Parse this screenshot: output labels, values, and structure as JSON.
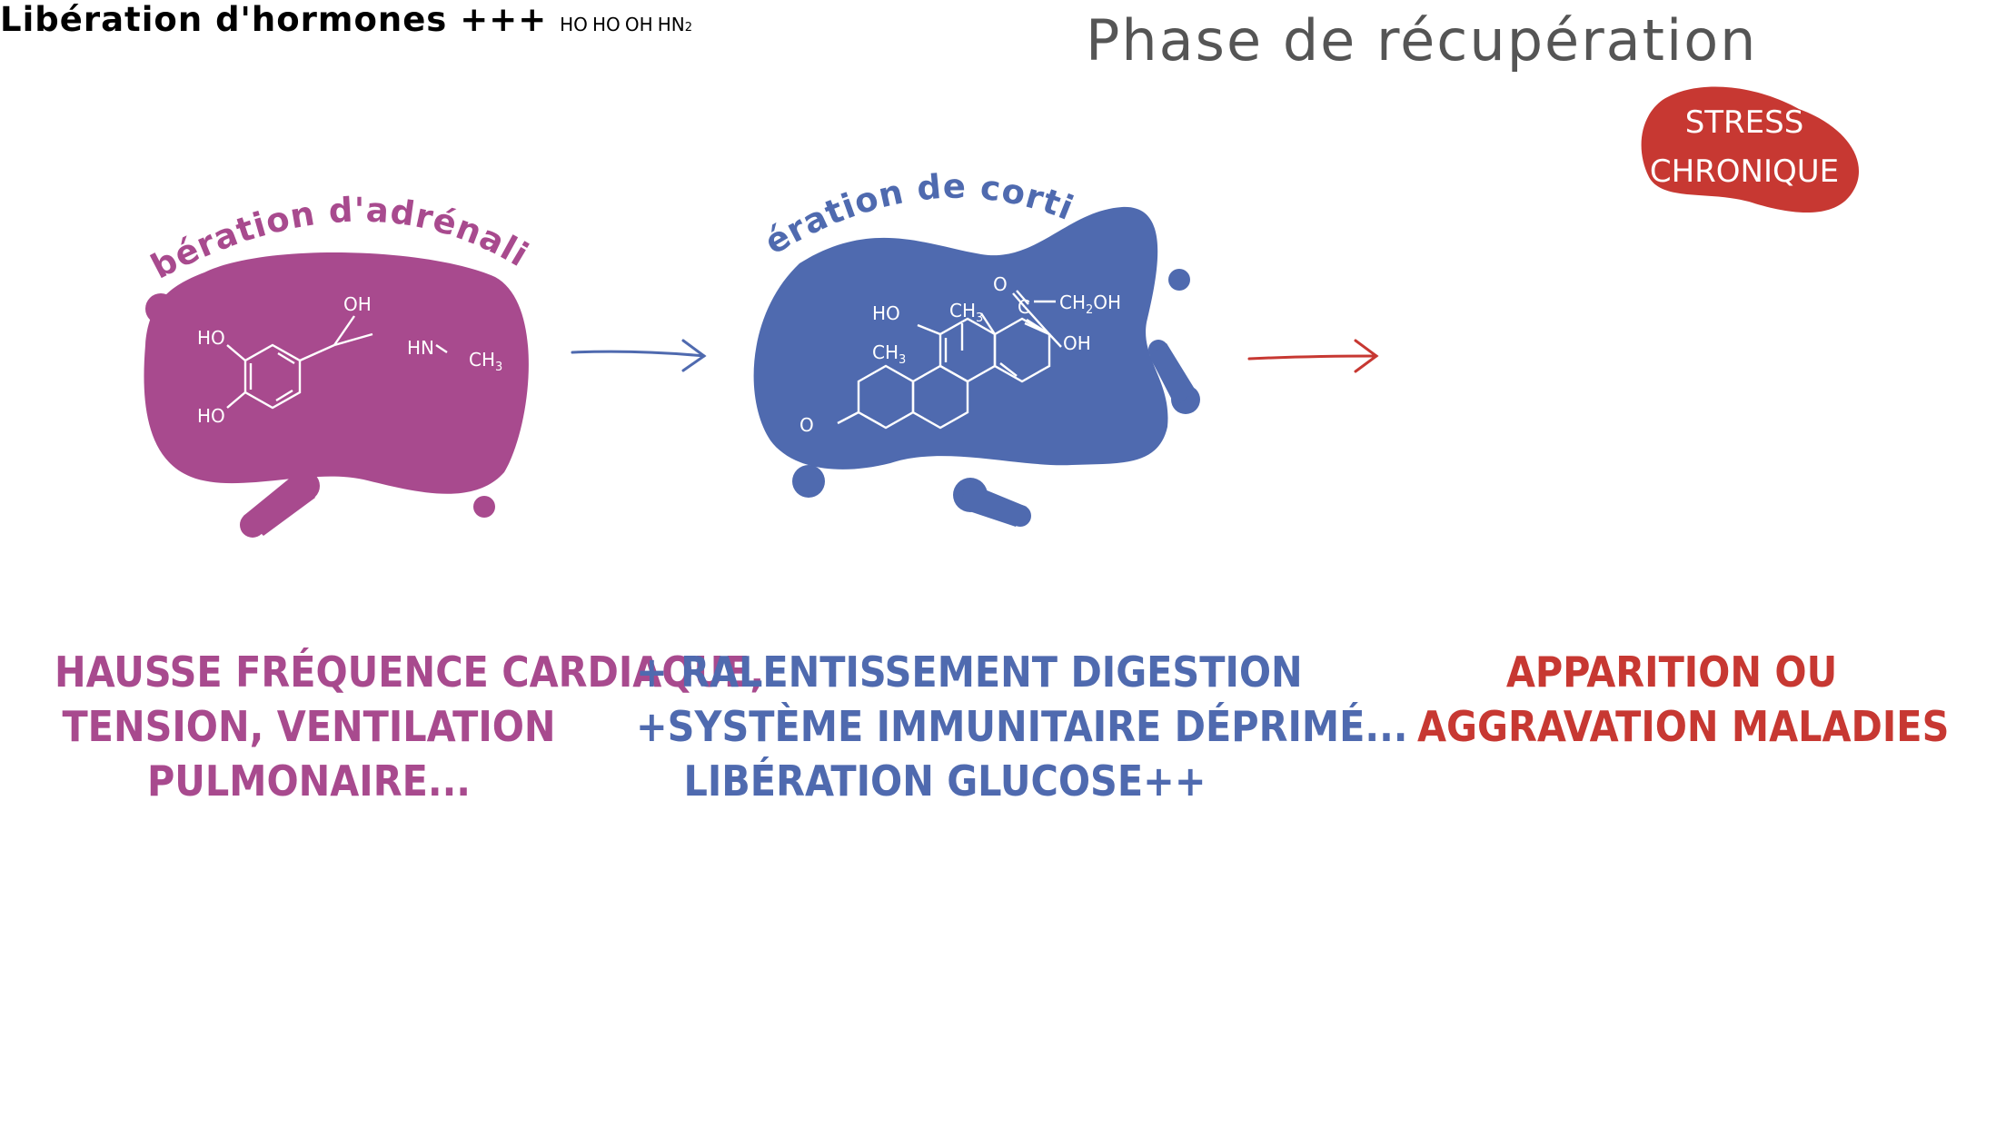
{
  "title": "Phase de récupération",
  "colors": {
    "adrenaline": "#a84a8e",
    "cortisol": "#4f6aaf",
    "chronic": "#c73832",
    "title": "#555555"
  },
  "stages": [
    {
      "label": "Libération d'adrénaline",
      "description": [
        "Hausse fréquence cardiaque,",
        "tension, ventilation",
        "pulmonaire..."
      ]
    },
    {
      "label": "Libération de cortisol",
      "description": [
        "+ Ralentissement digestion",
        "+Système immunitaire déprimé...",
        "Libération glucose++"
      ]
    },
    {
      "label": "Libération d'hormones +++",
      "badge": [
        "Stress",
        "chronique"
      ],
      "description": [
        "Apparition ou",
        "aggravation maladies"
      ]
    }
  ],
  "molecules": {
    "adrenaline": {
      "oh": "OH",
      "ho_top": "HO",
      "ho_bottom": "HO",
      "hn": "HN",
      "ch3": "CH",
      "sub3": "3"
    },
    "cortisol": {
      "o_top": "O",
      "c": "C",
      "ch2oh": "CH",
      "sub2": "2",
      "oh_tail": "OH",
      "oh": "OH",
      "ho": "HO",
      "ch3_a": "CH",
      "ch3_b": "CH",
      "sub3": "3",
      "o_ring": "O"
    },
    "dopamine": {
      "oh": "OH",
      "ho_top": "HO",
      "ho_bottom": "HO",
      "hn": "HN",
      "sub2": "2"
    }
  }
}
